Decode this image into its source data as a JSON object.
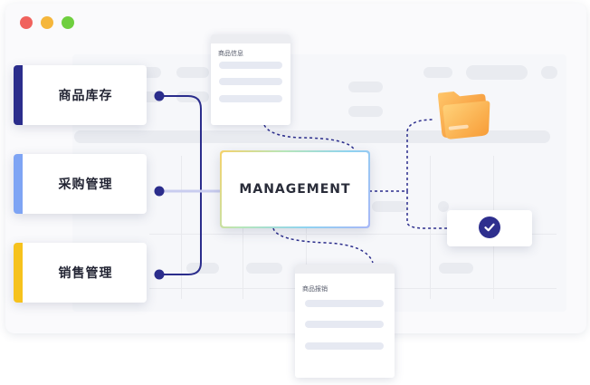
{
  "window": {
    "controls": [
      "close",
      "minimize",
      "maximize"
    ],
    "colors": {
      "close": "#f0625d",
      "minimize": "#f5b63b",
      "maximize": "#6fcf3f"
    }
  },
  "modules": [
    {
      "label": "商品库存",
      "accent": "#2b2d8c"
    },
    {
      "label": "采购管理",
      "accent": "#7ea4f4"
    },
    {
      "label": "销售管理",
      "accent": "#f6c21d"
    }
  ],
  "center": {
    "label": "MANAGEMENT"
  },
  "docs": {
    "top": {
      "title": "商品信息"
    },
    "bottom": {
      "title": "商品报销"
    }
  },
  "icons": {
    "folder": "folder-icon",
    "check": "check-circle-icon"
  },
  "colors": {
    "connector": "#2b2d8c",
    "dashed": "#2b2d8c",
    "folder": "#f8a53a"
  }
}
